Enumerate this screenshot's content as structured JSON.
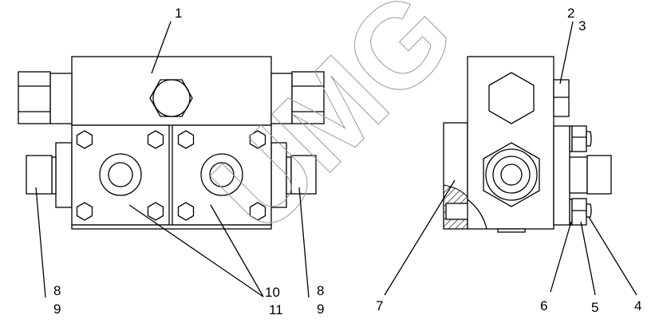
{
  "diagram": {
    "watermark": "UMG",
    "callouts": {
      "c1": "1",
      "c2": "2",
      "c3": "3",
      "c4": "4",
      "c5": "5",
      "c6": "6",
      "c7": "7",
      "c8_left": "8",
      "c9_left": "9",
      "c8_right": "8",
      "c9_right": "9",
      "c10": "10",
      "c11": "11"
    }
  }
}
